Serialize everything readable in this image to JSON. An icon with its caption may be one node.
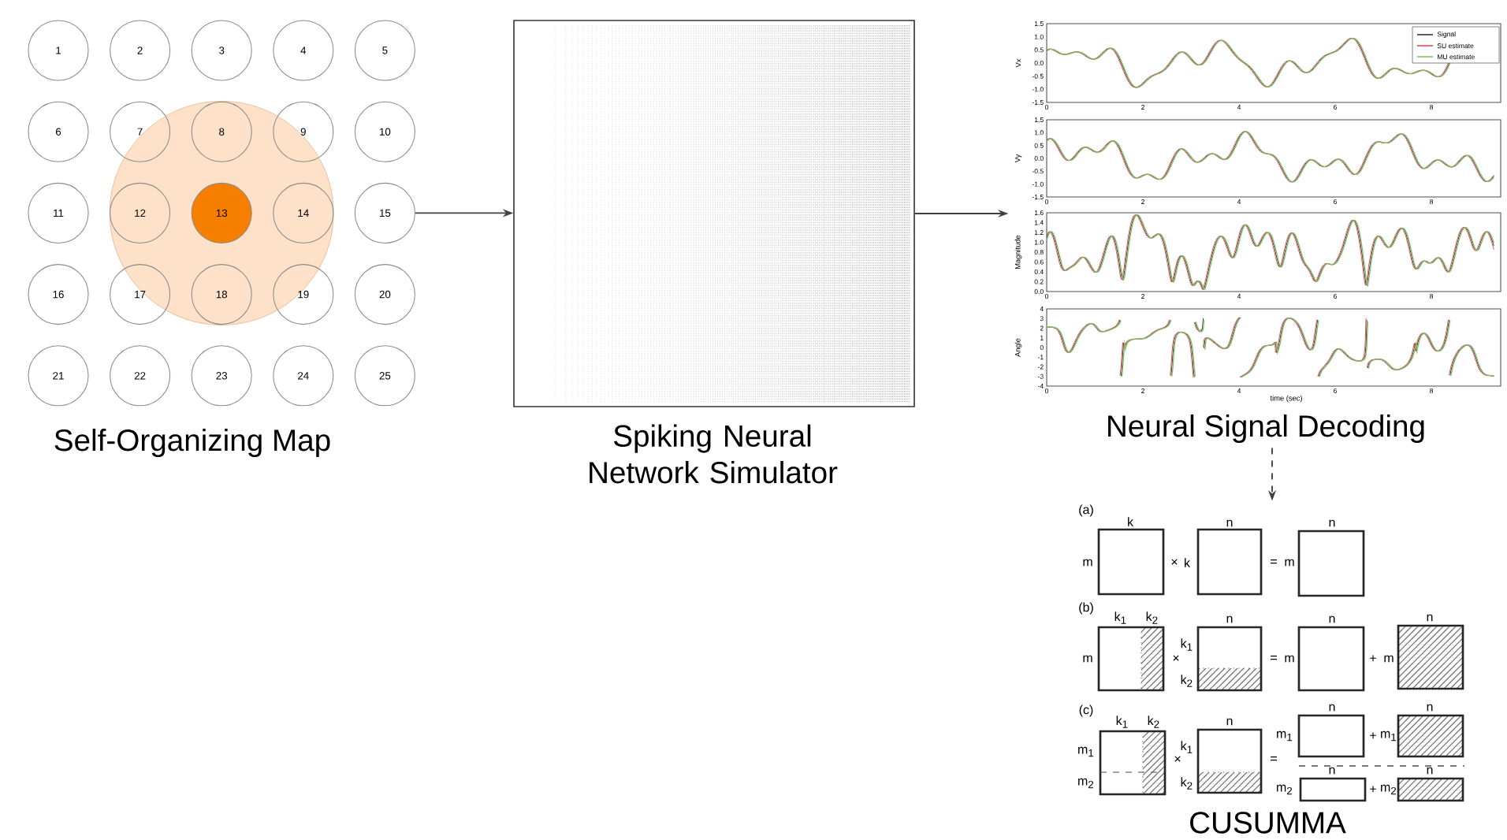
{
  "diagram": {
    "nodes": [
      {
        "text": [
          "1"
        ]
      },
      {
        "text": [
          "2"
        ]
      },
      {
        "text": [
          "3"
        ]
      },
      {
        "text": [
          "4"
        ]
      },
      {
        "text": [
          "5"
        ]
      },
      {
        "text": [
          "6"
        ]
      },
      {
        "text": [
          "7"
        ]
      },
      {
        "text": [
          "8"
        ]
      },
      {
        "text": [
          "9"
        ]
      },
      {
        "text": [
          "10"
        ]
      },
      {
        "text": [
          "11"
        ]
      },
      {
        "text": [
          "12"
        ]
      },
      {
        "text": [
          "13"
        ]
      },
      {
        "text": [
          "14"
        ]
      },
      {
        "text": [
          "15"
        ]
      },
      {
        "text": [
          "16"
        ]
      },
      {
        "text": [
          "17"
        ]
      },
      {
        "text": [
          "18"
        ]
      },
      {
        "text": [
          "19"
        ]
      },
      {
        "text": [
          "20"
        ]
      },
      {
        "text": [
          "21"
        ]
      },
      {
        "text": [
          "22"
        ]
      },
      {
        "text": [
          "23"
        ]
      },
      {
        "text": [
          "24"
        ]
      },
      {
        "text": [
          "25"
        ]
      },
      {
        "text": [
          "Self-Organizing Map"
        ]
      },
      {
        "text": [
          "Spiking Neural Network Simulator"
        ]
      },
      {
        "text": [
          "Neural Signal Decoding"
        ]
      },
      {
        "text": [
          "CUSUMMA"
        ]
      }
    ],
    "edges": [
      {
        "from": 14,
        "to": 26,
        "arrow": "to"
      },
      {
        "from": 26,
        "to": 27,
        "arrow": "to"
      },
      {
        "from": 27,
        "to": 28,
        "arrow": "to",
        "style": "dashed"
      }
    ],
    "labels": [
      "Vx",
      "1.5",
      "1.0",
      "0.5",
      "0.0",
      "-0.5",
      "-1.0",
      "-1.5",
      "0",
      "2",
      "4",
      "6",
      "8",
      "Vy",
      "1.5",
      "1.0",
      "0.5",
      "0.0",
      "-0.5",
      "-1.0",
      "-1.5",
      "0",
      "2",
      "4",
      "6",
      "8",
      "Magnitude",
      "1.6",
      "1.4",
      "1.2",
      "1.0",
      "0.8",
      "0.6",
      "0.4",
      "0.2",
      "0.0",
      "0",
      "2",
      "4",
      "6",
      "8",
      "Angle",
      "4",
      "3",
      "2",
      "1",
      "0",
      "-1",
      "-2",
      "-3",
      "-4",
      "0",
      "2",
      "4",
      "6",
      "8",
      "time (sec)",
      "(a)",
      "k",
      "m",
      "×",
      "k",
      "n",
      "=",
      "m",
      "n",
      "(b)",
      "k$_{1}$",
      "k$_{2}$",
      "m",
      "×",
      "k$_{1}$",
      "k$_{2}$",
      "n",
      "=",
      "m",
      "n",
      "+",
      "m",
      "n",
      "(c)",
      "k$_{1}$",
      "k$_{2}$",
      "m$_{1}$",
      "m$_{2}$",
      "×",
      "k$_{1}$",
      "k$_{2}$",
      "n",
      "=",
      "n",
      "m$_{1}$",
      "+",
      "m$_{1}$",
      "n",
      "n",
      "m$_{2}$",
      "+",
      "m$_{2}$",
      "n"
    ],
    "legend": [
      {
        "text": "Signal"
      },
      {
        "text": "SU estimate"
      },
      {
        "text": "MU estimate"
      }
    ]
  }
}
